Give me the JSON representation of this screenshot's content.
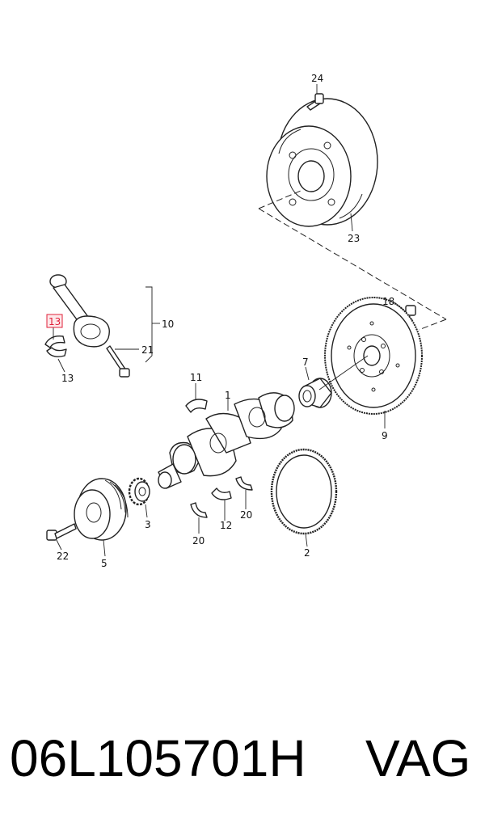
{
  "diagram": {
    "callouts": [
      {
        "id": "c24",
        "label": "24"
      },
      {
        "id": "c23",
        "label": "23"
      },
      {
        "id": "c18",
        "label": "18"
      },
      {
        "id": "c10",
        "label": "10"
      },
      {
        "id": "c13a",
        "label": "13",
        "highlighted": true
      },
      {
        "id": "c21",
        "label": "21"
      },
      {
        "id": "c13b",
        "label": "13"
      },
      {
        "id": "c7",
        "label": "7"
      },
      {
        "id": "c11",
        "label": "11"
      },
      {
        "id": "c1",
        "label": "1"
      },
      {
        "id": "c9",
        "label": "9"
      },
      {
        "id": "c3",
        "label": "3"
      },
      {
        "id": "c20a",
        "label": "20"
      },
      {
        "id": "c12",
        "label": "12"
      },
      {
        "id": "c20b",
        "label": "20"
      },
      {
        "id": "c22",
        "label": "22"
      },
      {
        "id": "c5",
        "label": "5"
      },
      {
        "id": "c2",
        "label": "2"
      }
    ],
    "highlight_color": "#e0203a"
  },
  "footer": {
    "part_number": "06L105701H",
    "brand": "VAG"
  }
}
